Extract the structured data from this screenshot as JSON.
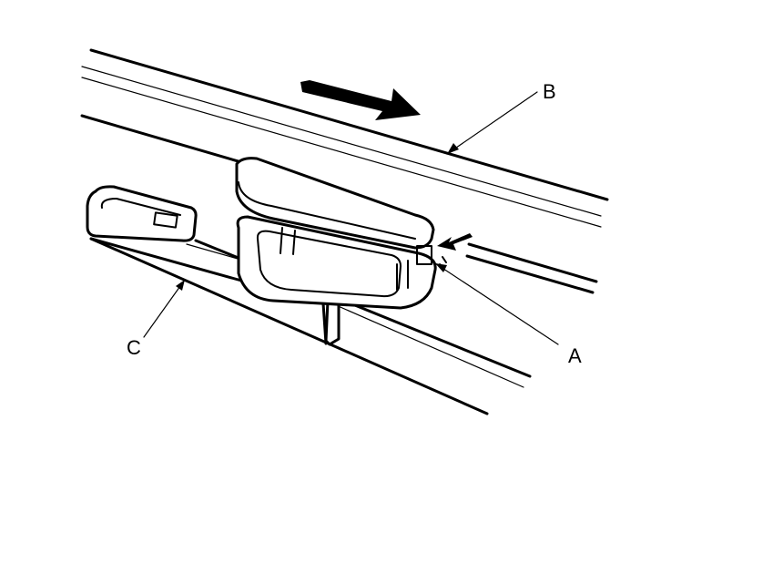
{
  "callouts": {
    "a": "A",
    "b": "B",
    "c": "C"
  },
  "colors": {
    "stroke": "#000000",
    "background": "#ffffff"
  }
}
